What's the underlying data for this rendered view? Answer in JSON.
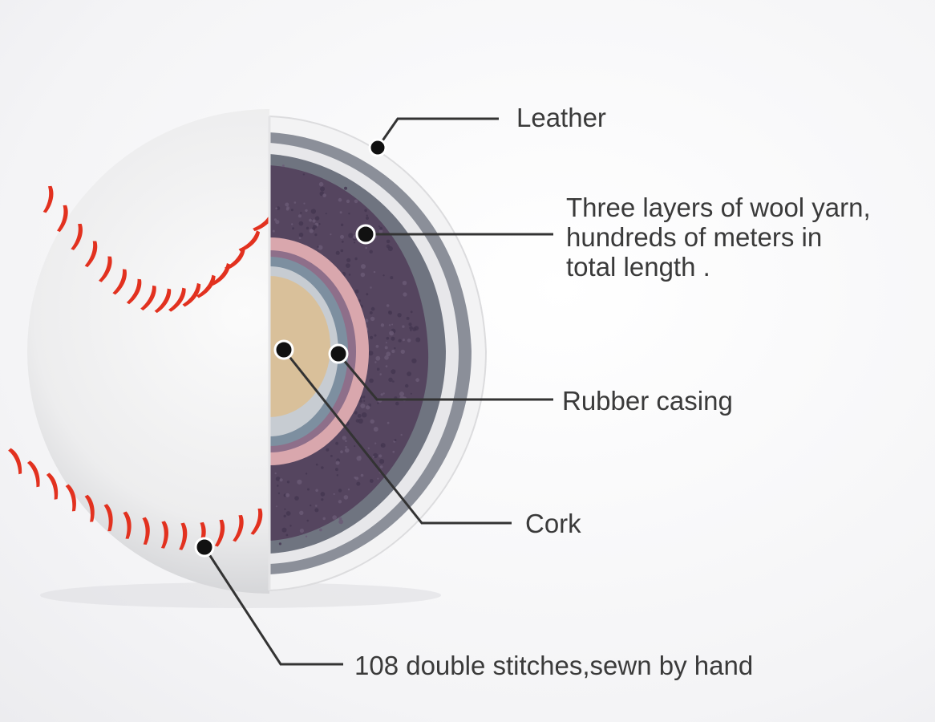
{
  "callouts": {
    "leather": "Leather",
    "wool_lines": [
      "Three layers of wool yarn,",
      "hundreds of meters in",
      "total length ."
    ],
    "rubber": "Rubber casing",
    "cork": "Cork",
    "stitches": "108 double stitches,sewn by hand"
  },
  "colors": {
    "leather_white": "#f1f1f1",
    "stitch_red": "#e2311f",
    "wool_outer_gray": "#6f7480",
    "wool_purple": "#55455f",
    "rubber_pink": "#d9a7ad",
    "rubber_blue": "#7d8fa0",
    "cork": "#d9c09a",
    "leader_line": "#333333"
  }
}
